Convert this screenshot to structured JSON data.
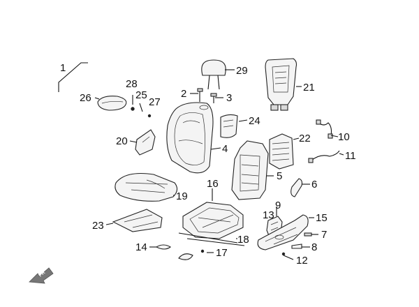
{
  "diagram": {
    "callouts": [
      {
        "id": "1",
        "text": "1"
      },
      {
        "id": "2",
        "text": "2"
      },
      {
        "id": "3",
        "text": "3"
      },
      {
        "id": "4",
        "text": "4"
      },
      {
        "id": "5",
        "text": "5"
      },
      {
        "id": "6",
        "text": "6"
      },
      {
        "id": "7",
        "text": "7"
      },
      {
        "id": "8",
        "text": "8"
      },
      {
        "id": "9",
        "text": "9"
      },
      {
        "id": "10",
        "text": "10"
      },
      {
        "id": "11",
        "text": "11"
      },
      {
        "id": "12",
        "text": "12"
      },
      {
        "id": "13",
        "text": "13"
      },
      {
        "id": "14",
        "text": "14"
      },
      {
        "id": "15",
        "text": "15"
      },
      {
        "id": "16",
        "text": "16"
      },
      {
        "id": "17",
        "text": "17"
      },
      {
        "id": "18",
        "text": "18"
      },
      {
        "id": "19",
        "text": "19"
      },
      {
        "id": "20",
        "text": "20"
      },
      {
        "id": "21",
        "text": "21"
      },
      {
        "id": "22",
        "text": "22"
      },
      {
        "id": "23",
        "text": "23"
      },
      {
        "id": "24",
        "text": "24"
      },
      {
        "id": "25",
        "text": "25"
      },
      {
        "id": "26",
        "text": "26"
      },
      {
        "id": "27",
        "text": "27"
      },
      {
        "id": "28",
        "text": "28"
      },
      {
        "id": "29",
        "text": "29"
      }
    ],
    "direction_arrow": {
      "text": "FR"
    }
  }
}
